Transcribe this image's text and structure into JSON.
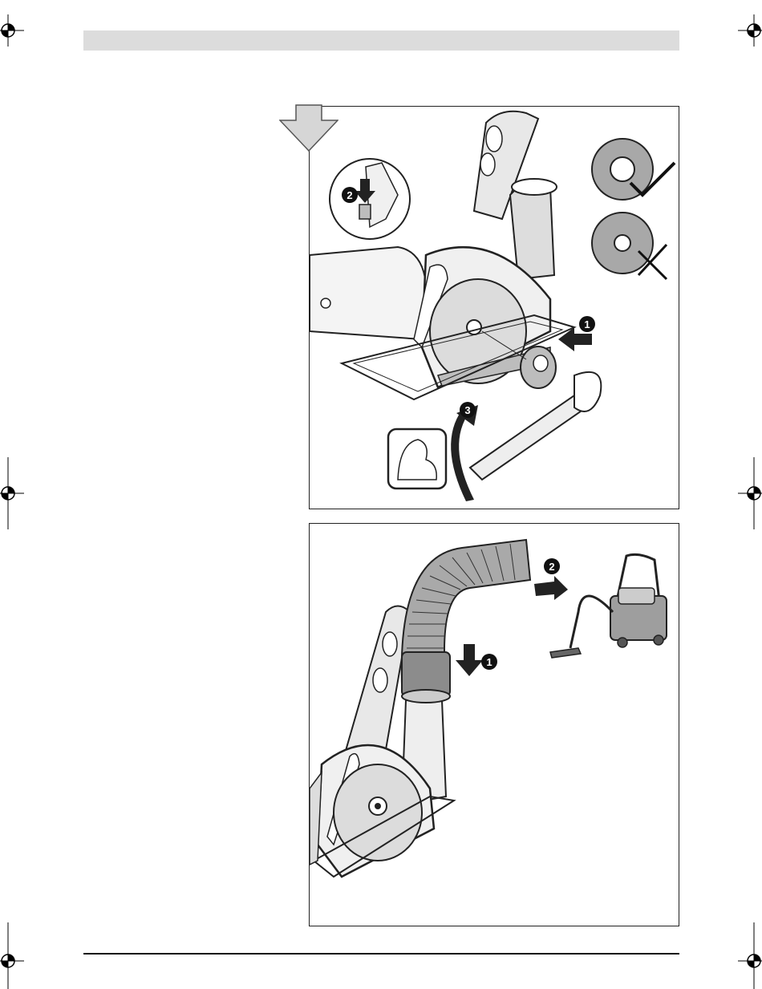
{
  "steps": {
    "mount": {
      "step1": "1",
      "step2": "2",
      "step3": "3"
    },
    "extraction": {
      "step1": "1",
      "step2": "2"
    }
  },
  "icons": {
    "registration_marks": "crosshair-circle",
    "direction": "down-arrow",
    "correct": "check-mark",
    "incorrect": "x-mark",
    "torque_hint": "flexed-arm"
  }
}
